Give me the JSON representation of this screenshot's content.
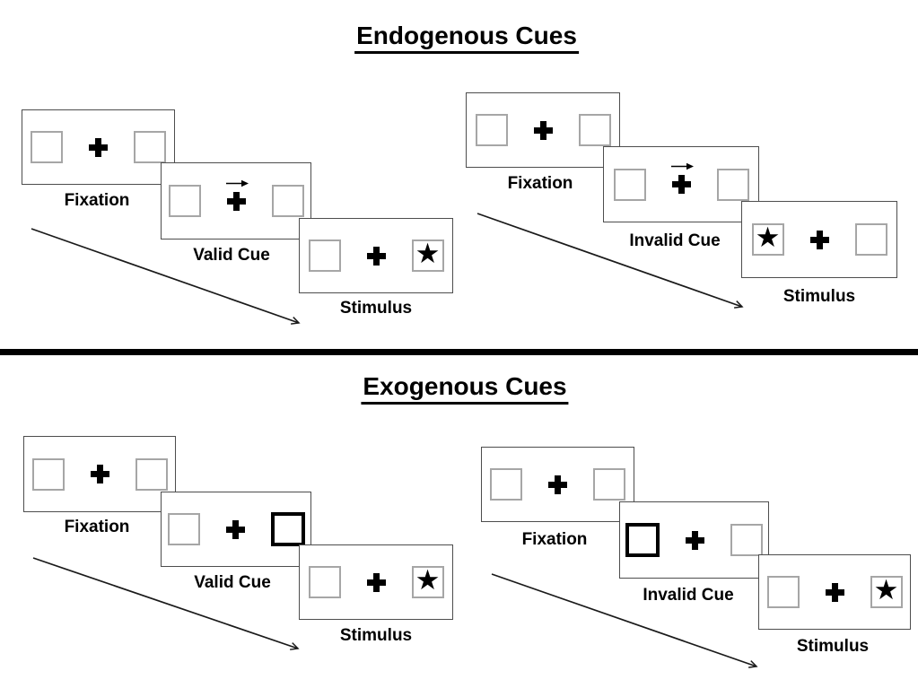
{
  "colors": {
    "ink": "#000000",
    "panel_border": "#4d4d4d",
    "square_border": "#a6a6a6",
    "divider": "#000000"
  },
  "icons": {
    "star": "★",
    "fixation_cross": "plus-cross",
    "cue_arrow": "arrow-right"
  },
  "sections": [
    {
      "title": "Endogenous Cues",
      "trials": [
        {
          "name": "valid",
          "frames": [
            {
              "label": "Fixation",
              "cue": "none",
              "left": "empty",
              "right": "empty"
            },
            {
              "label": "Valid Cue",
              "cue": "arrow-right",
              "left": "empty",
              "right": "empty"
            },
            {
              "label": "Stimulus",
              "cue": "none",
              "left": "empty",
              "right": "star"
            }
          ]
        },
        {
          "name": "invalid",
          "frames": [
            {
              "label": "Fixation",
              "cue": "none",
              "left": "empty",
              "right": "empty"
            },
            {
              "label": "Invalid Cue",
              "cue": "arrow-right",
              "left": "empty",
              "right": "empty"
            },
            {
              "label": "Stimulus",
              "cue": "none",
              "left": "star",
              "right": "empty"
            }
          ]
        }
      ]
    },
    {
      "title": "Exogenous Cues",
      "trials": [
        {
          "name": "valid",
          "frames": [
            {
              "label": "Fixation",
              "cue": "none",
              "left": "empty",
              "right": "empty"
            },
            {
              "label": "Valid Cue",
              "cue": "none",
              "left": "empty",
              "right": "thick"
            },
            {
              "label": "Stimulus",
              "cue": "none",
              "left": "empty",
              "right": "star"
            }
          ]
        },
        {
          "name": "invalid",
          "frames": [
            {
              "label": "Fixation",
              "cue": "none",
              "left": "empty",
              "right": "empty"
            },
            {
              "label": "Invalid Cue",
              "cue": "none",
              "left": "thick",
              "right": "empty"
            },
            {
              "label": "Stimulus",
              "cue": "none",
              "left": "empty",
              "right": "star"
            }
          ]
        }
      ]
    }
  ]
}
